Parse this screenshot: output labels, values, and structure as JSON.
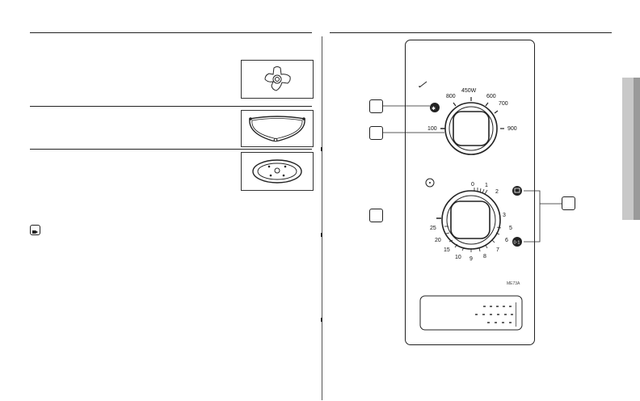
{
  "power_dial": {
    "labels": [
      "800",
      "450W",
      "600",
      "700",
      "100",
      "900"
    ],
    "defrost_icon": "defrost-icon"
  },
  "timer_dial": {
    "labels": [
      "0",
      "1",
      "2",
      "3",
      "5",
      "6",
      "7",
      "8",
      "9",
      "10",
      "15",
      "20",
      "25"
    ],
    "start_icon": "start-icon",
    "stop_icon": "stop-clear-icon"
  },
  "model_label": "ME73A"
}
